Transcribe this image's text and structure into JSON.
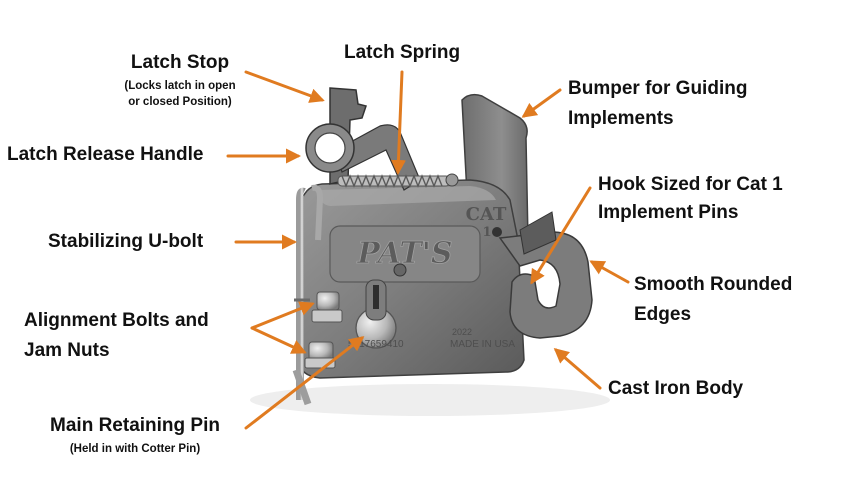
{
  "colors": {
    "arrow": "#e07b20",
    "text": "#111111",
    "body_light": "#8c8c8c",
    "body_dark": "#4a4a4a"
  },
  "labels": {
    "latch_stop": "Latch Stop",
    "latch_stop_note_1": "(Locks latch in open",
    "latch_stop_note_2": "or closed Position)",
    "latch_spring": "Latch Spring",
    "bumper_1": "Bumper for Guiding",
    "bumper_2": "Implements",
    "latch_release": "Latch Release Handle",
    "hook_1": "Hook Sized for Cat 1",
    "hook_2": "Implement Pins",
    "u_bolt": "Stabilizing U-bolt",
    "smooth_1": "Smooth Rounded",
    "smooth_2": "Edges",
    "alignment_1": "Alignment Bolts and",
    "alignment_2": "Jam Nuts",
    "cast_iron": "Cast Iron Body",
    "main_pin": "Main Retaining Pin",
    "main_pin_note": "(Held in with Cotter Pin)"
  },
  "embossed": {
    "brand": "PAT'S",
    "cat_mark": "CAT",
    "cat_num": "1",
    "made_in": "MADE IN USA",
    "part_no": "5717659410",
    "code": "2022"
  }
}
